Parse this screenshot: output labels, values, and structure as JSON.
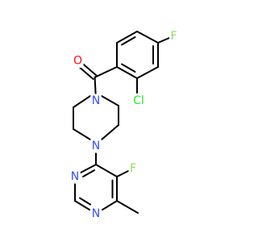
{
  "molecule": {
    "colors": {
      "bond": "#000000",
      "O": "#ff0d0d",
      "N": "#3050f8",
      "F": "#90e050",
      "Cl": "#1ff01f"
    },
    "atoms": {
      "carbonyl_O": {
        "element": "O",
        "label": "O"
      },
      "aryl_F": {
        "element": "F",
        "label": "F"
      },
      "aryl_Cl": {
        "element": "Cl",
        "label": "Cl"
      },
      "piperazine_N1": {
        "element": "N",
        "label": "N"
      },
      "piperazine_N4": {
        "element": "N",
        "label": "N"
      },
      "pyrimidine_N3": {
        "element": "N",
        "label": "N"
      },
      "pyrimidine_N1": {
        "element": "N",
        "label": "N"
      },
      "pyrimidine_F": {
        "element": "F",
        "label": "F"
      }
    }
  }
}
